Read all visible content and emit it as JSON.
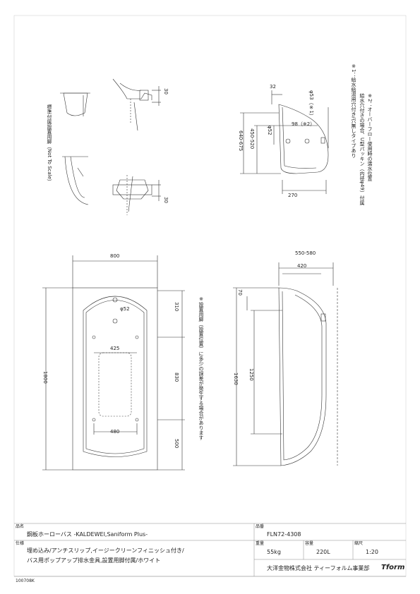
{
  "notes": {
    "note1_a": "※1：給水給湯用穴付き/穴無しタイプあり",
    "note1_b": "給水穴付きの場合、U型パッキン（内径φ49）付属",
    "note2": "※2：オーバーフロー使用時の満水位置",
    "standard_legs": "標準付属設置用脚（Not To Scale）",
    "legs_error": "※設置用脚（設置位置）に多少の誤差が発生する場合があります"
  },
  "dimensions": {
    "legs_30_top": "30",
    "legs_30_bottom": "30",
    "side_32": "32",
    "side_phi53": "φ53（※1）",
    "side_98": "98（※2）",
    "side_phi52": "φ52",
    "side_640_675": "640-675",
    "side_450_520": "450-520",
    "side_270": "270",
    "plan_800": "800",
    "plan_phi52": "φ52",
    "plan_425": "425",
    "plan_480": "480",
    "plan_1800": "1800",
    "plan_310": "310",
    "plan_830": "830",
    "plan_500": "500",
    "long_550_580": "550-580",
    "long_420": "420",
    "long_70": "70",
    "long_1630": "1630",
    "long_1250": "1250"
  },
  "title_block": {
    "name_label": "品名",
    "name_value": "鋼板ホーローバス -KALDEWEI,Saniform Plus-",
    "code_label": "品番",
    "code_value": "FLN72-4308",
    "spec_label": "仕様",
    "spec_line1": "埋め込み/アンチスリップ,イージークリーンフィニッシュ付き/",
    "spec_line2": "バス用ポップアップ排水金具,設置用脚付属/ホワイト",
    "weight_label": "重量",
    "weight_value": "55kg",
    "capacity_label": "容量",
    "capacity_value": "220L",
    "scale_label": "縮尺",
    "scale_value": "1:20",
    "company": "大洋金物株式会社 ティーフォルム事業部",
    "logo": "Tform",
    "doc_number": "100708K"
  }
}
